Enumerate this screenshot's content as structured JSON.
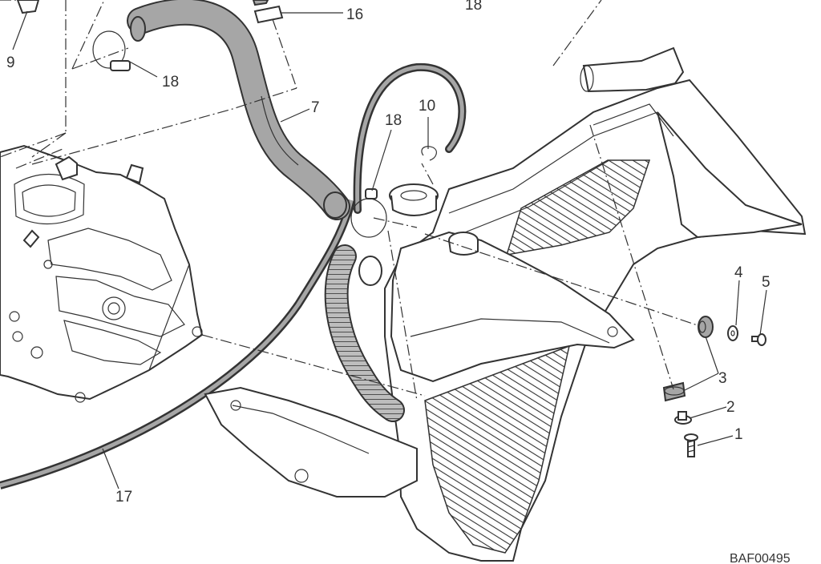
{
  "callouts": {
    "c1": "1",
    "c2": "2",
    "c3": "3",
    "c4": "4",
    "c5": "5",
    "c7": "7",
    "c9": "9",
    "c10": "10",
    "c16": "16",
    "c17": "17",
    "c18a": "18",
    "c18b": "18",
    "c18c": "18"
  },
  "drawing_code": "BAF00495"
}
